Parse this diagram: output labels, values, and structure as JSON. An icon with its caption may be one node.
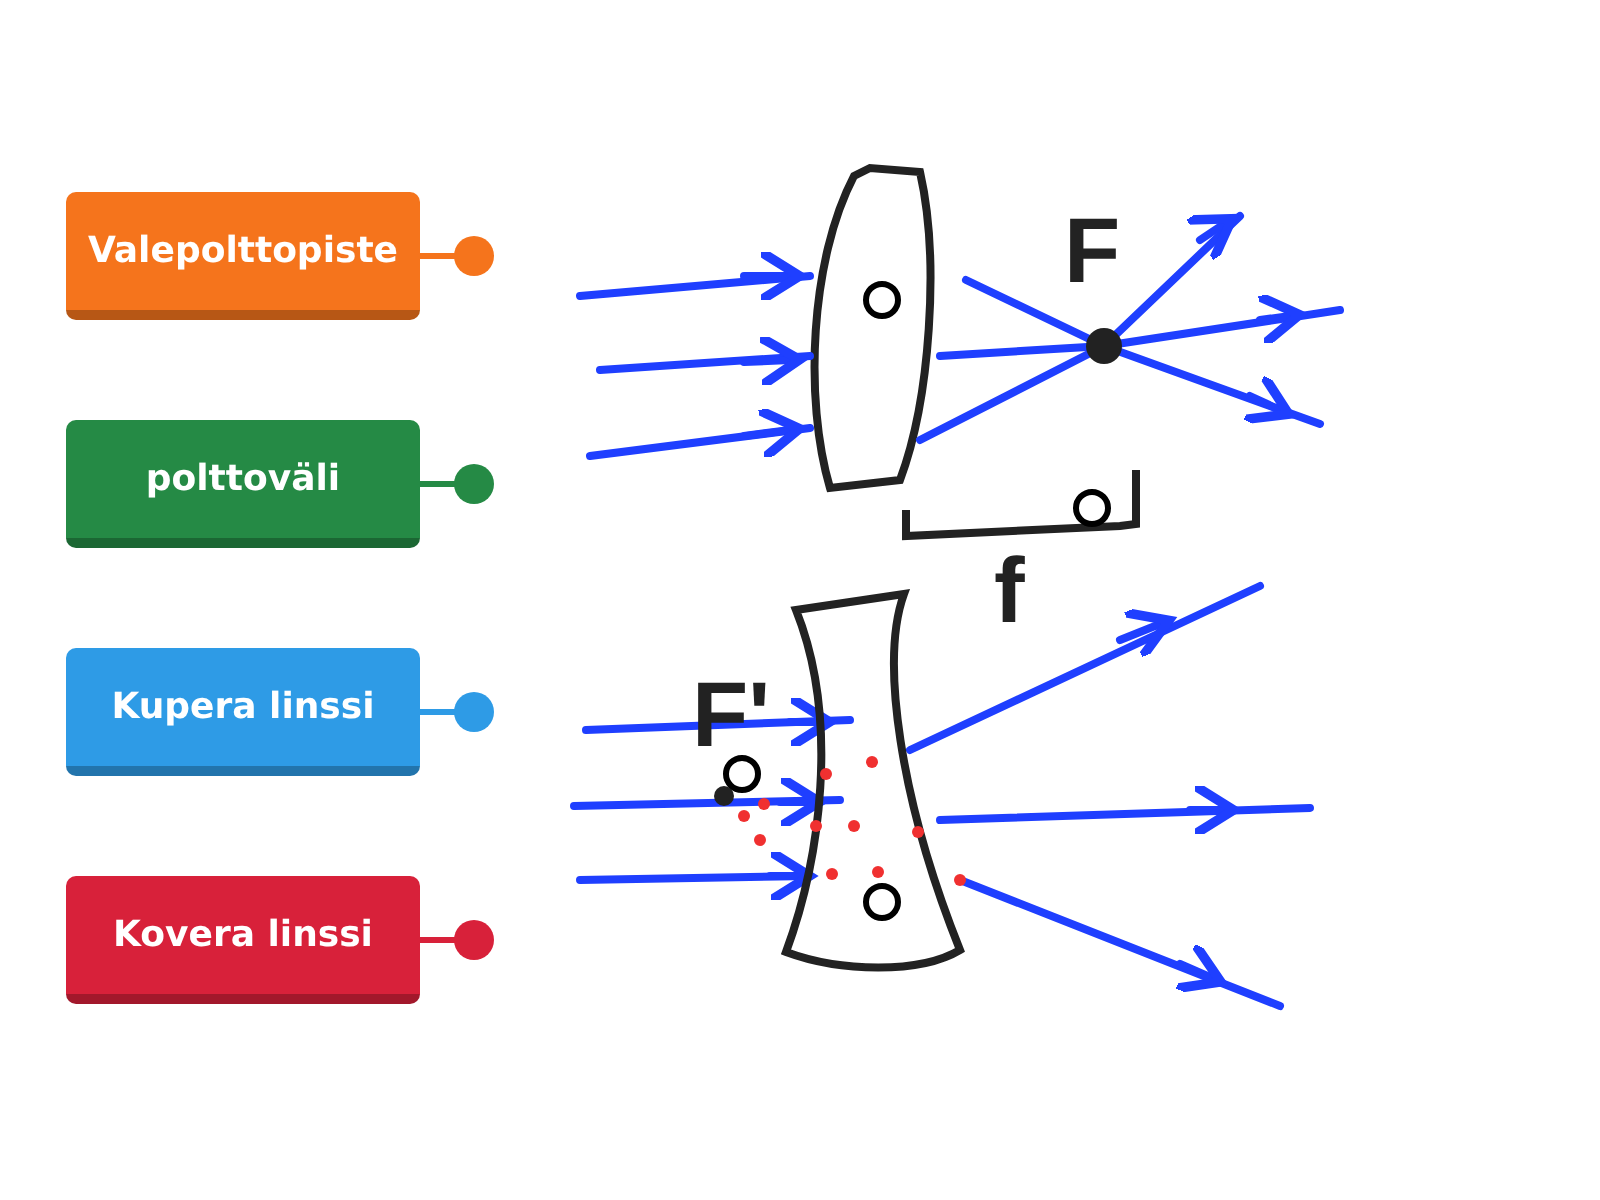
{
  "diagram": {
    "nodes": [
      {
        "text": [
          "Valepolttopiste"
        ]
      },
      {
        "text": [
          "polttoväli"
        ]
      },
      {
        "text": [
          "Kupera linssi"
        ]
      },
      {
        "text": [
          "Kovera linssi"
        ]
      }
    ],
    "edges": [],
    "labels": [
      "F",
      "f",
      "F'"
    ]
  }
}
